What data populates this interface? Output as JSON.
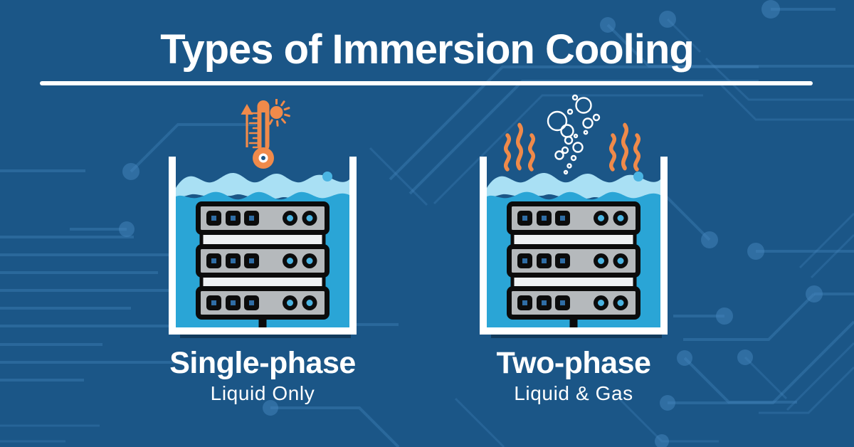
{
  "title": {
    "text": "Types of Immersion Cooling"
  },
  "panels": [
    {
      "id": "single-phase",
      "heading": "Single-phase",
      "subheading": "Liquid Only",
      "icon": "thermometer-sun-icon"
    },
    {
      "id": "two-phase",
      "heading": "Two-phase",
      "subheading": "Liquid & Gas",
      "icon": "bubbles-and-steam-icon"
    }
  ],
  "colors": {
    "background": "#1b5687",
    "circuit": "#4585bd",
    "orange": "#f08a4a",
    "liquid_cyan": "#2aa5d6",
    "liquid_light": "#a9e0f4",
    "tank_white": "#ffffff",
    "server_gray": "#b5b9bc",
    "ink_black": "#0c0c0c",
    "port_blue": "#2f6da5",
    "led_blue": "#4ab4e2",
    "rail_light": "#eef1f3",
    "text_white": "#ffffff"
  }
}
